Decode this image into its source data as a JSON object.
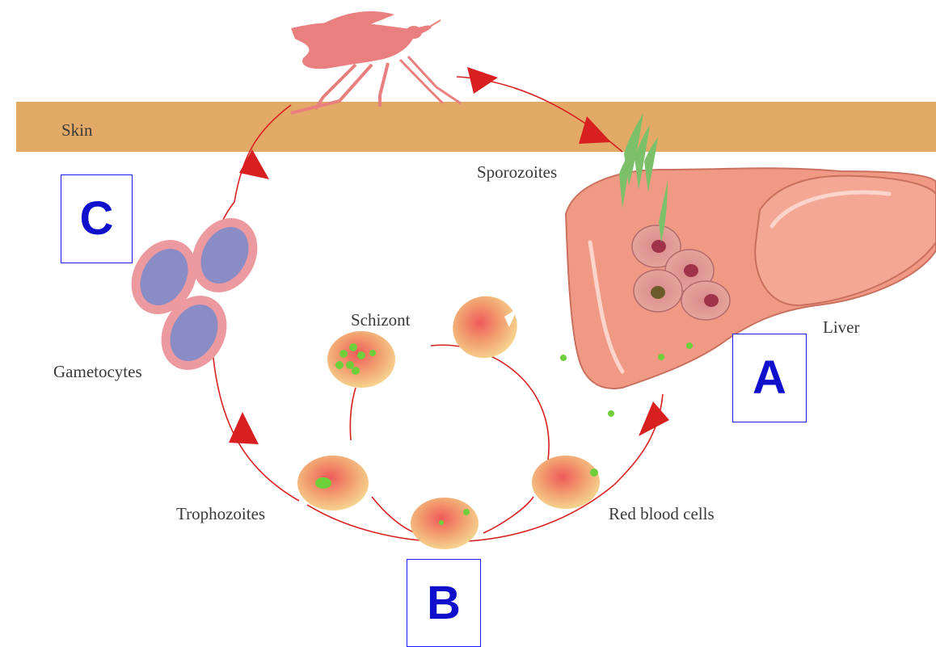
{
  "labels": {
    "skin": "Skin",
    "sporozoites": "Sporozoites",
    "schizont": "Schizont",
    "liver": "Liver",
    "gametocytes": "Gametocytes",
    "trophozoites": "Trophozoites",
    "red_blood_cells": "Red blood cells"
  },
  "boxes": {
    "a": "A",
    "b": "B",
    "c": "C"
  },
  "colors": {
    "skin_band": "#e2aa66",
    "arrow": "#d82020",
    "mosquito": "#ea7f7f",
    "liver": "#f09a86",
    "rbc": "#f2a378",
    "gametocyte_ring": "#ec9aa0",
    "gametocyte_core": "#8a8cc6",
    "parasite": "#6fcf3a",
    "box_border": "#1a1aff",
    "box_text": "#0f0fcc"
  },
  "icons": [
    "mosquito-icon",
    "liver-icon",
    "red-blood-cell-icon",
    "gametocyte-icon",
    "sporozoite-icon"
  ]
}
